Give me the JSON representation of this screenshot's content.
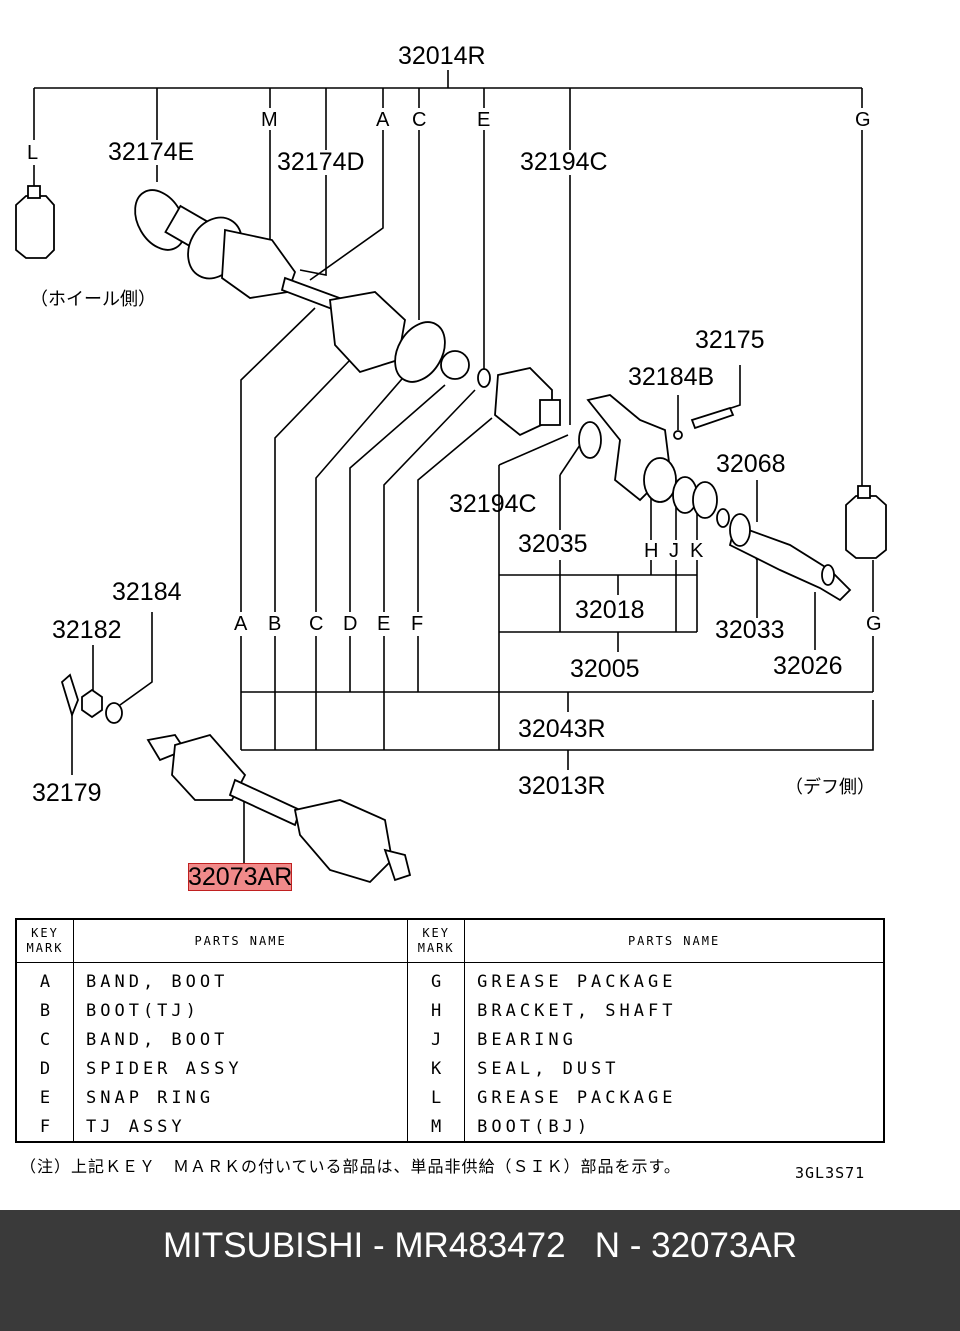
{
  "diagram": {
    "labels": {
      "p32014R": "32014R",
      "p32174E": "32174E",
      "p32174D": "32174D",
      "p32194C_top": "32194C",
      "p32175": "32175",
      "p32184B": "32184B",
      "p32068": "32068",
      "p32194C_mid": "32194C",
      "p32035": "32035",
      "p32018": "32018",
      "p32033": "32033",
      "p32005": "32005",
      "p32026": "32026",
      "p32184": "32184",
      "p32182": "32182",
      "p32043R": "32043R",
      "p32013R": "32013R",
      "p32179": "32179",
      "p32073AR_main": "32073A",
      "p32073AR_suffix": "R"
    },
    "keys_top": {
      "L": "L",
      "M": "M",
      "A": "A",
      "C": "C",
      "E": "E",
      "G": "G"
    },
    "keys_mid": {
      "H": "H",
      "J": "J",
      "K": "K"
    },
    "keys_row": {
      "A": "A",
      "B": "B",
      "C": "C",
      "D": "D",
      "E": "E",
      "F": "F",
      "G": "G"
    },
    "side_wheel": "（ホイール側）",
    "side_diff": "（デフ側）"
  },
  "legend": {
    "header_key": "KEY MARK",
    "header_key_1": "KEY",
    "header_key_2": "MARK",
    "header_name": "PARTS NAME",
    "left": [
      {
        "key": "A",
        "name": "BAND, BOOT"
      },
      {
        "key": "B",
        "name": "BOOT(TJ)"
      },
      {
        "key": "C",
        "name": "BAND, BOOT"
      },
      {
        "key": "D",
        "name": "SPIDER ASSY"
      },
      {
        "key": "E",
        "name": "SNAP RING"
      },
      {
        "key": "F",
        "name": "TJ ASSY"
      }
    ],
    "right": [
      {
        "key": "G",
        "name": "GREASE PACKAGE"
      },
      {
        "key": "H",
        "name": "BRACKET, SHAFT"
      },
      {
        "key": "J",
        "name": "BEARING"
      },
      {
        "key": "K",
        "name": "SEAL, DUST"
      },
      {
        "key": "L",
        "name": "GREASE PACKAGE"
      },
      {
        "key": "M",
        "name": "BOOT(BJ)"
      }
    ]
  },
  "note": "（注）上記ＫＥＹ　ＭＡＲＫの付いている部品は、単品非供給（ＳＩＫ）部品を示す。",
  "drawing_code": "3GL3S71",
  "footer": "MITSUBISHI - MR483472   N - 32073AR",
  "colors": {
    "highlight": "#f08a8a",
    "footer_bg": "#3a3a3a"
  }
}
